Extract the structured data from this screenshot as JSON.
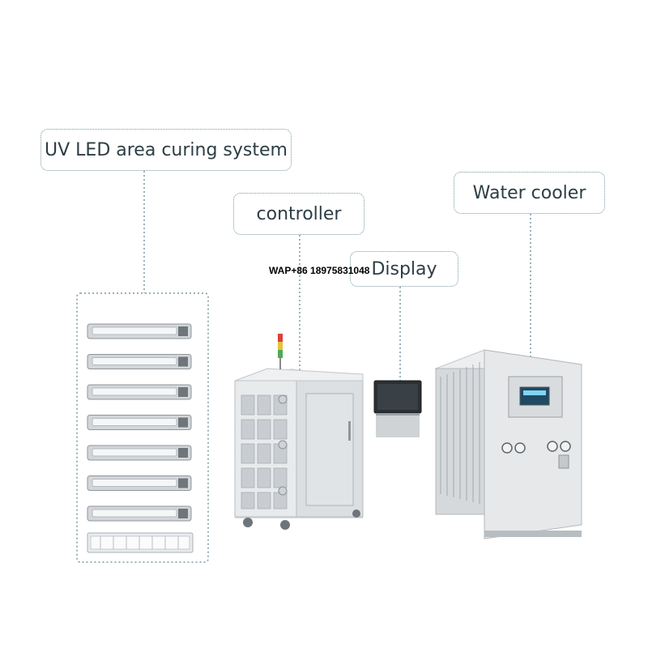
{
  "labels": {
    "uv_system": "UV LED area curing system",
    "controller": "controller",
    "display": "Display",
    "water_cooler": "Water cooler"
  },
  "watermark": "WAP+86 18975831048",
  "lamp_count": 7,
  "colors": {
    "connector": "#7a9aa2",
    "cabinet": "#e4e6e8",
    "cabinet_shadow": "#b9bdc1",
    "lamp_body": "#d3d6d9",
    "lamp_window": "#f4f6f7",
    "screen": "#2a2f33"
  }
}
